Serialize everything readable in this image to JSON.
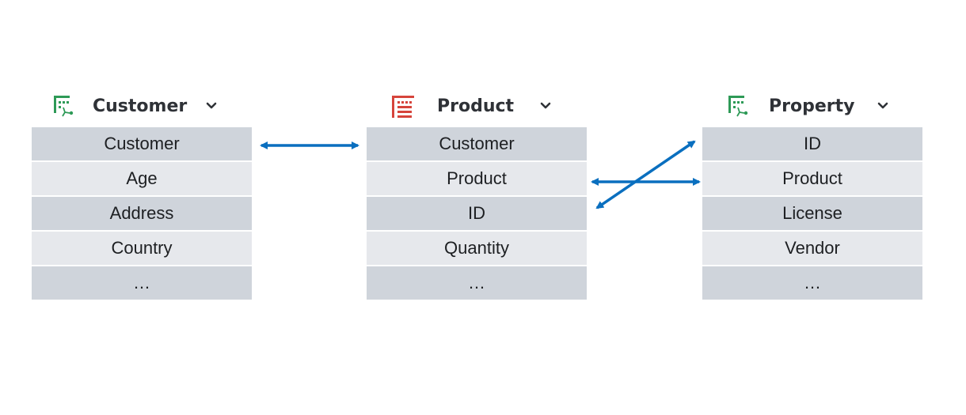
{
  "colors": {
    "arrow": "#0a6fbf",
    "header_icon_green": "#2e9a57",
    "header_icon_red": "#d6443b",
    "row_dark": "#cfd4db",
    "row_light": "#e6e8ec"
  },
  "tables": [
    {
      "title": "Customer",
      "icon": "table-relations-icon",
      "rows": [
        "Customer",
        "Age",
        "Address",
        "Country",
        "…"
      ]
    },
    {
      "title": "Product",
      "icon": "table-list-icon",
      "rows": [
        "Customer",
        "Product",
        "ID",
        "Quantity",
        "…"
      ]
    },
    {
      "title": "Property",
      "icon": "table-relations-icon",
      "rows": [
        "ID",
        "Product",
        "License",
        "Vendor",
        "…"
      ]
    }
  ]
}
